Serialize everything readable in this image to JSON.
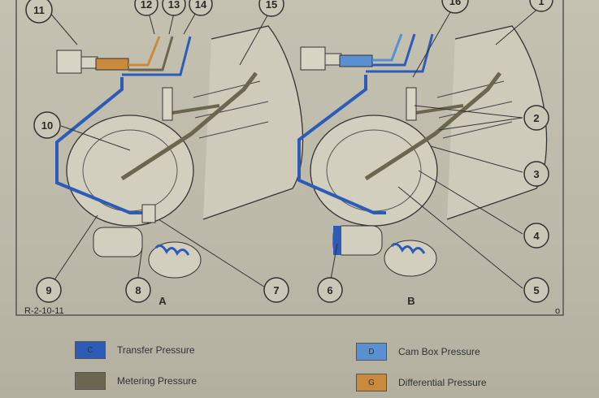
{
  "diagram": {
    "callouts": [
      "11",
      "12",
      "13",
      "14",
      "15",
      "16",
      "1",
      "10",
      "2",
      "3",
      "4",
      "5",
      "6",
      "7",
      "8",
      "9"
    ],
    "panels": [
      "A",
      "B"
    ],
    "figure_code": "R-2-10-11",
    "corner_mark": "o"
  },
  "legend": {
    "items": [
      {
        "code": "C",
        "label": "Transfer Pressure",
        "color": "#2d5cb8"
      },
      {
        "code": "",
        "label": "Metering Pressure",
        "color": "#6a6650"
      },
      {
        "code": "D",
        "label": "Cam Box Pressure",
        "color": "#5a8fd0"
      },
      {
        "code": "G",
        "label": "Differential Pressure",
        "color": "#c98a3c"
      }
    ]
  }
}
